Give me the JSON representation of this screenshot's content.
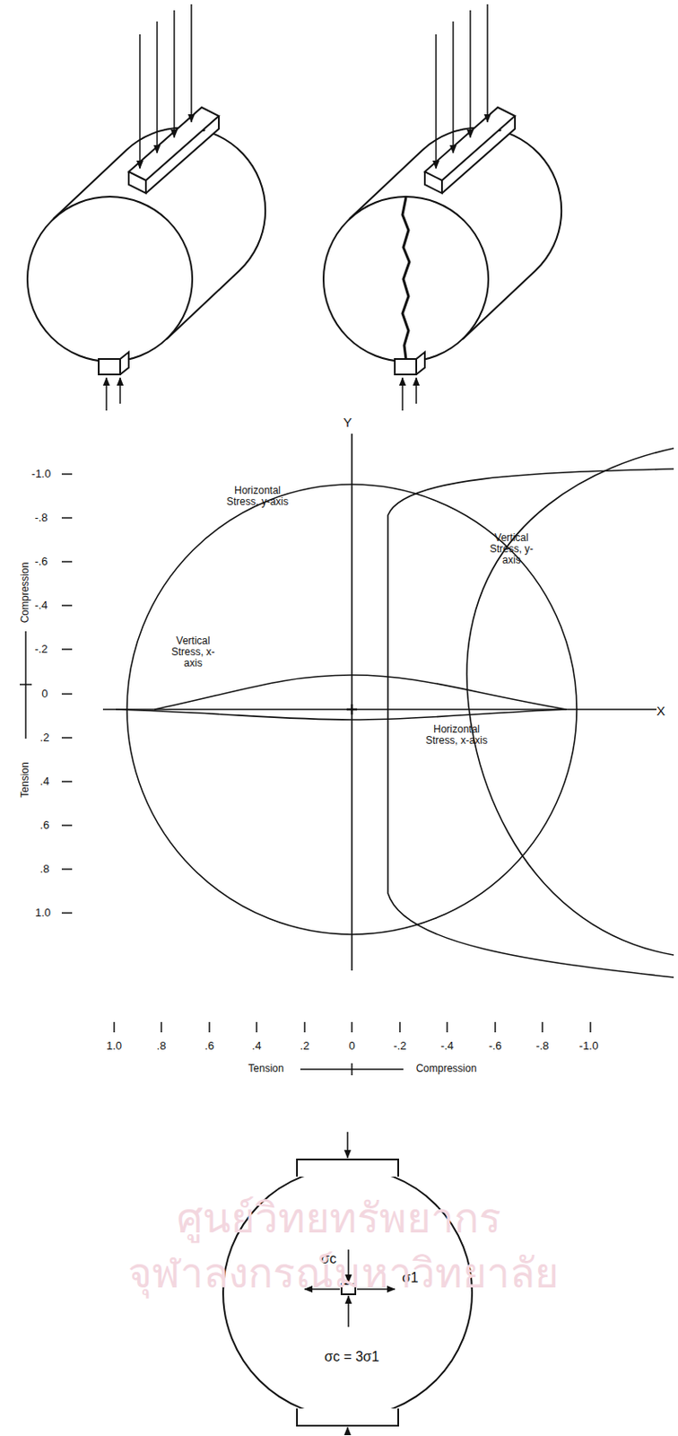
{
  "diagram": {
    "labels": [
      "Y",
      "X",
      "Horizontal Stress, y-axis",
      "Vertical Stress, y-axis",
      "Vertical Stress, x-axis",
      "Horizontal Stress, x-axis",
      "-1.0",
      "-.8",
      "-.6",
      "-.4",
      "-.2",
      "0",
      ".2",
      ".4",
      ".6",
      ".8",
      "1.0",
      "Tension",
      "Compression",
      "1.0",
      ".8",
      ".6",
      ".4",
      ".2",
      "0",
      "-.2",
      "-.4",
      "-.6",
      "-.8",
      "-1.0",
      "Tension",
      "Compression",
      "σc",
      "σ1",
      "σc = 3σ1",
      "ศูนย์วิทยทรัพยากร",
      "จุฬาลงกรณ์มหาวิทยาลัย"
    ]
  }
}
